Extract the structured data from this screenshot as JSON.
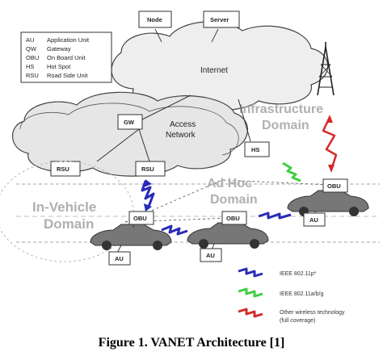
{
  "legend_abbrev": [
    {
      "abbr": "AU",
      "meaning": "Application Unit"
    },
    {
      "abbr": "QW",
      "meaning": "Gateway"
    },
    {
      "abbr": "OBU",
      "meaning": "On Board Unit"
    },
    {
      "abbr": "HS",
      "meaning": "Hot Spot"
    },
    {
      "abbr": "RSU",
      "meaning": "Road Side Unit"
    }
  ],
  "nodes": {
    "node": "Node",
    "server": "Server",
    "gw": "GW",
    "rsu_left": "RSU",
    "rsu_right": "RSU",
    "hs": "HS",
    "obu_1": "OBU",
    "obu_2": "OBU",
    "obu_3": "OBU",
    "au_1": "AU",
    "au_2": "AU",
    "au_3": "AU"
  },
  "clouds": {
    "internet": "Internet",
    "access_network_line1": "Access",
    "access_network_line2": "Network"
  },
  "domains": {
    "infrastructure_line1": "Infrastructure",
    "infrastructure_line2": "Domain",
    "adhoc_line1": "Ad Hoc",
    "adhoc_line2": "Domain",
    "invehicle_line1": "In-Vehicle",
    "invehicle_line2": "Domain"
  },
  "legend_links": [
    {
      "label": "IEEE 802.11p*",
      "color": "#2a2ab8"
    },
    {
      "label": "IEEE 802.11a/b/g",
      "color": "#3fcf3f"
    },
    {
      "label_line1": "Other wireless technology",
      "label_line2": "(full coverage)",
      "color": "#d42a2a"
    }
  ],
  "caption": "Figure 1. VANET Architecture [1]"
}
